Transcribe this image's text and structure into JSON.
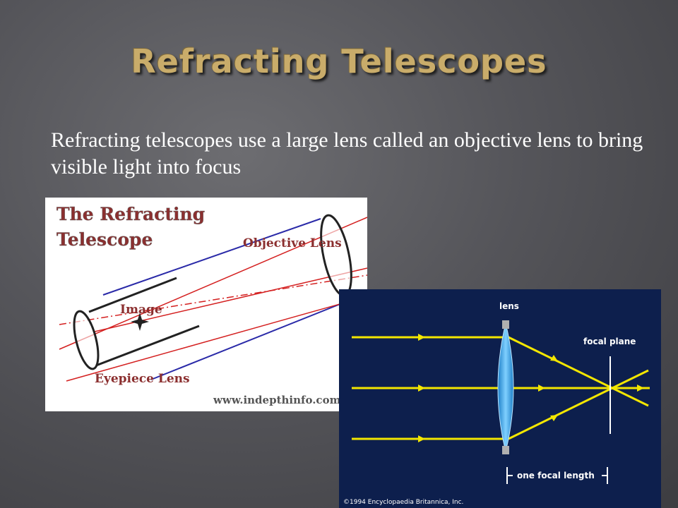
{
  "slide": {
    "title": "Refracting Telescopes",
    "body_text": "Refracting telescopes use a large lens called an objective lens to bring visible light into focus"
  },
  "image_left": {
    "title_line1": "The Refracting",
    "title_line2": "Telescope",
    "label_objective": "Objective Lens",
    "label_image": "Image",
    "label_eyepiece": "Eyepiece Lens",
    "watermark": "www.indepthinfo.com"
  },
  "image_right": {
    "label_lens": "lens",
    "label_focal_plane": "focal plane",
    "label_focal_length": "one focal length",
    "copyright": "©1994 Encyclopaedia Britannica, Inc."
  },
  "colors": {
    "title": "#c9ac6a",
    "diagram_red": "#d42020",
    "diagram_blue": "#2a2aa8",
    "ray_yellow": "#f3e600",
    "panel_navy": "#0d1f4d"
  }
}
